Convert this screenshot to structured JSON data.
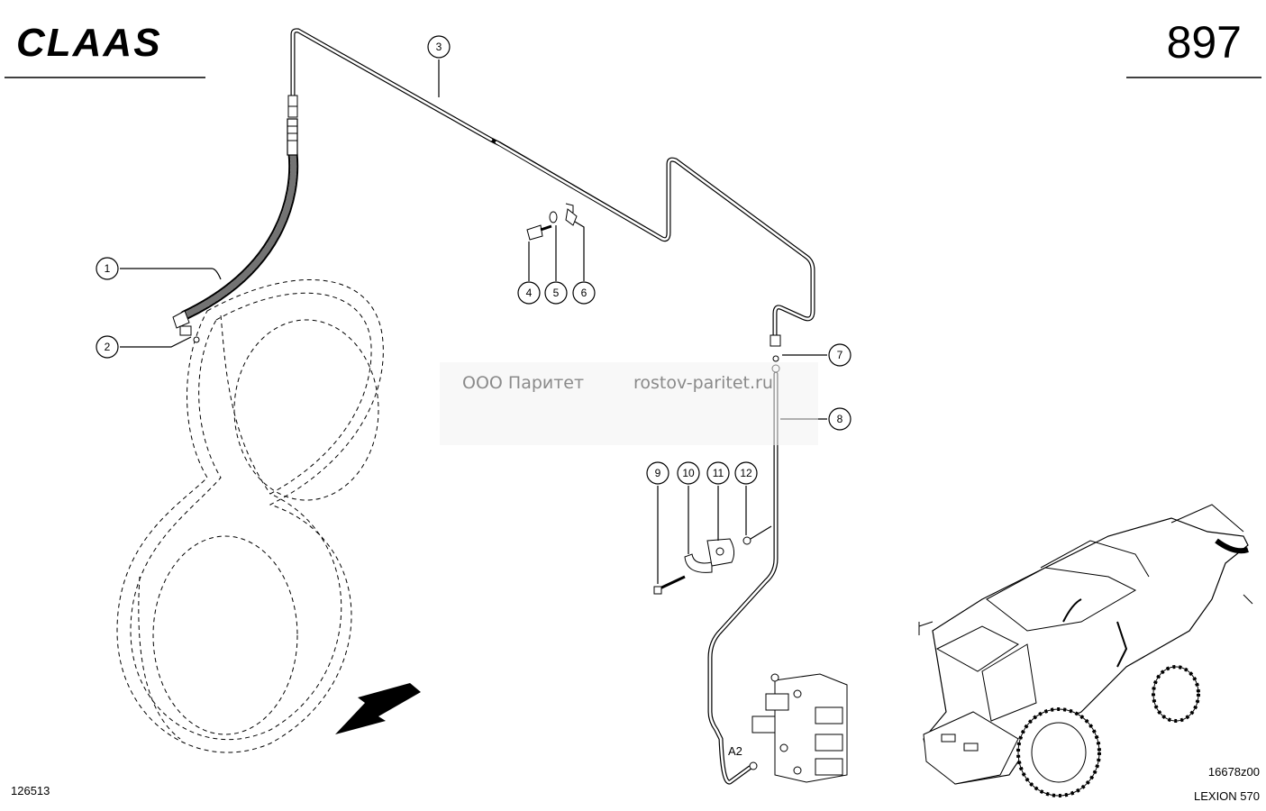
{
  "header": {
    "brand": "CLAAS",
    "page_number": "897"
  },
  "footer": {
    "drawing_number": "126513",
    "figure_code": "16678z00",
    "model": "LEXION 570"
  },
  "watermark": {
    "company": "ООО Паритет",
    "website": "rostov-paritet.ru"
  },
  "callouts": [
    "1",
    "2",
    "3",
    "4",
    "5",
    "6",
    "7",
    "8",
    "9",
    "10",
    "11",
    "12"
  ],
  "port_label": "A2",
  "colors": {
    "line": "#000000",
    "background": "#ffffff",
    "watermark": "#8a8a8a"
  }
}
